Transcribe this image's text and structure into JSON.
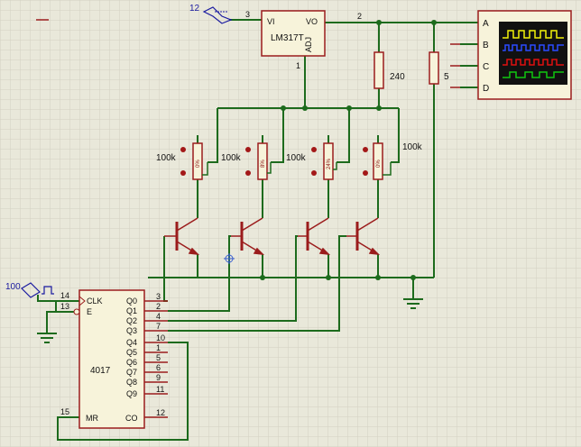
{
  "regulator": {
    "name": "LM317T",
    "vi": "VI",
    "vo": "VO",
    "adj": "ADJ",
    "pin_in": "3",
    "pin_out": "2",
    "pin_adj": "1"
  },
  "supply": {
    "value": "12"
  },
  "clock_source": {
    "value": "100"
  },
  "resistors": {
    "r1": "240",
    "r2": "5"
  },
  "scope": {
    "channels": [
      "A",
      "B",
      "C",
      "D"
    ],
    "trace_colors": [
      "#f2f20a",
      "#2b4bff",
      "#e01010",
      "#10c810"
    ]
  },
  "pots": [
    {
      "value": "100k",
      "percent": "0%"
    },
    {
      "value": "100k",
      "percent": "8%"
    },
    {
      "value": "100k",
      "percent": "24%"
    },
    {
      "value": "100k",
      "percent": "0%"
    }
  ],
  "counter": {
    "name": "4017",
    "clk": "CLK",
    "e": "E",
    "mr": "MR",
    "co": "CO",
    "pin_clk": "14",
    "pin_e": "13",
    "pin_mr": "15",
    "pin_co": "12",
    "outputs": [
      {
        "label": "Q0",
        "pin": "3"
      },
      {
        "label": "Q1",
        "pin": "2"
      },
      {
        "label": "Q2",
        "pin": "4"
      },
      {
        "label": "Q3",
        "pin": "7"
      },
      {
        "label": "Q4",
        "pin": "10"
      },
      {
        "label": "Q5",
        "pin": "1"
      },
      {
        "label": "Q6",
        "pin": "5"
      },
      {
        "label": "Q7",
        "pin": "6"
      },
      {
        "label": "Q8",
        "pin": "9"
      },
      {
        "label": "Q9",
        "pin": "11"
      }
    ]
  }
}
